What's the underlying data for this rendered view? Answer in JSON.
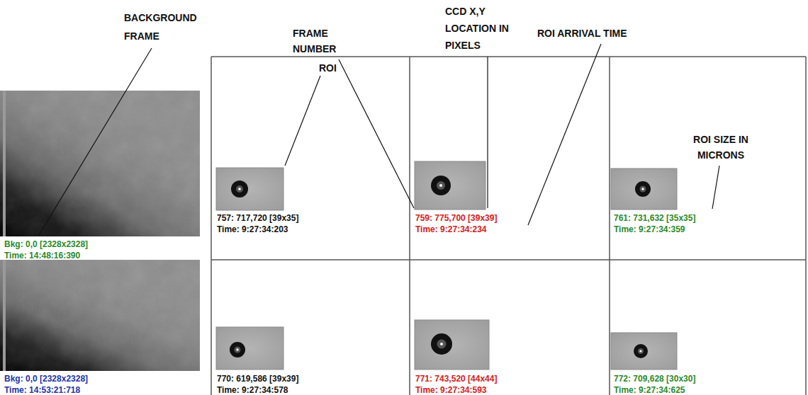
{
  "diagram": {
    "nodes": [
      {
        "text": [
          "Bkg: 0,0 [2328x2328]",
          "Time: 14:48:16:390"
        ]
      },
      {
        "text": [
          "757: 717,720 [39x35]",
          "Time: 9:27:34:203"
        ]
      },
      {
        "text": [
          "759: 775,700 [39x39]",
          "Time: 9:27:34:234"
        ]
      },
      {
        "text": [
          "761: 731,632 [35x35]",
          "Time: 9:27:34:359"
        ]
      },
      {
        "text": [
          "Bkg: 0,0 [2328x2328]",
          "Time: 14:53:21:718"
        ]
      },
      {
        "text": [
          "770: 619,586 [39x39]",
          "Time: 9:27:34:578"
        ]
      },
      {
        "text": [
          "771: 743,520 [44x44]",
          "Time: 9:27:34:593"
        ]
      },
      {
        "text": [
          "772: 709,628 [30x30]",
          "Time: 9:27:34:625"
        ]
      }
    ],
    "labels": [
      "BACKGROUND FRAME",
      "FRAME NUMBER",
      "CCD X,Y LOCATION IN PIXELS",
      "ROI ARRIVAL TIME",
      "ROI",
      "ROI SIZE IN MICRONS"
    ]
  }
}
